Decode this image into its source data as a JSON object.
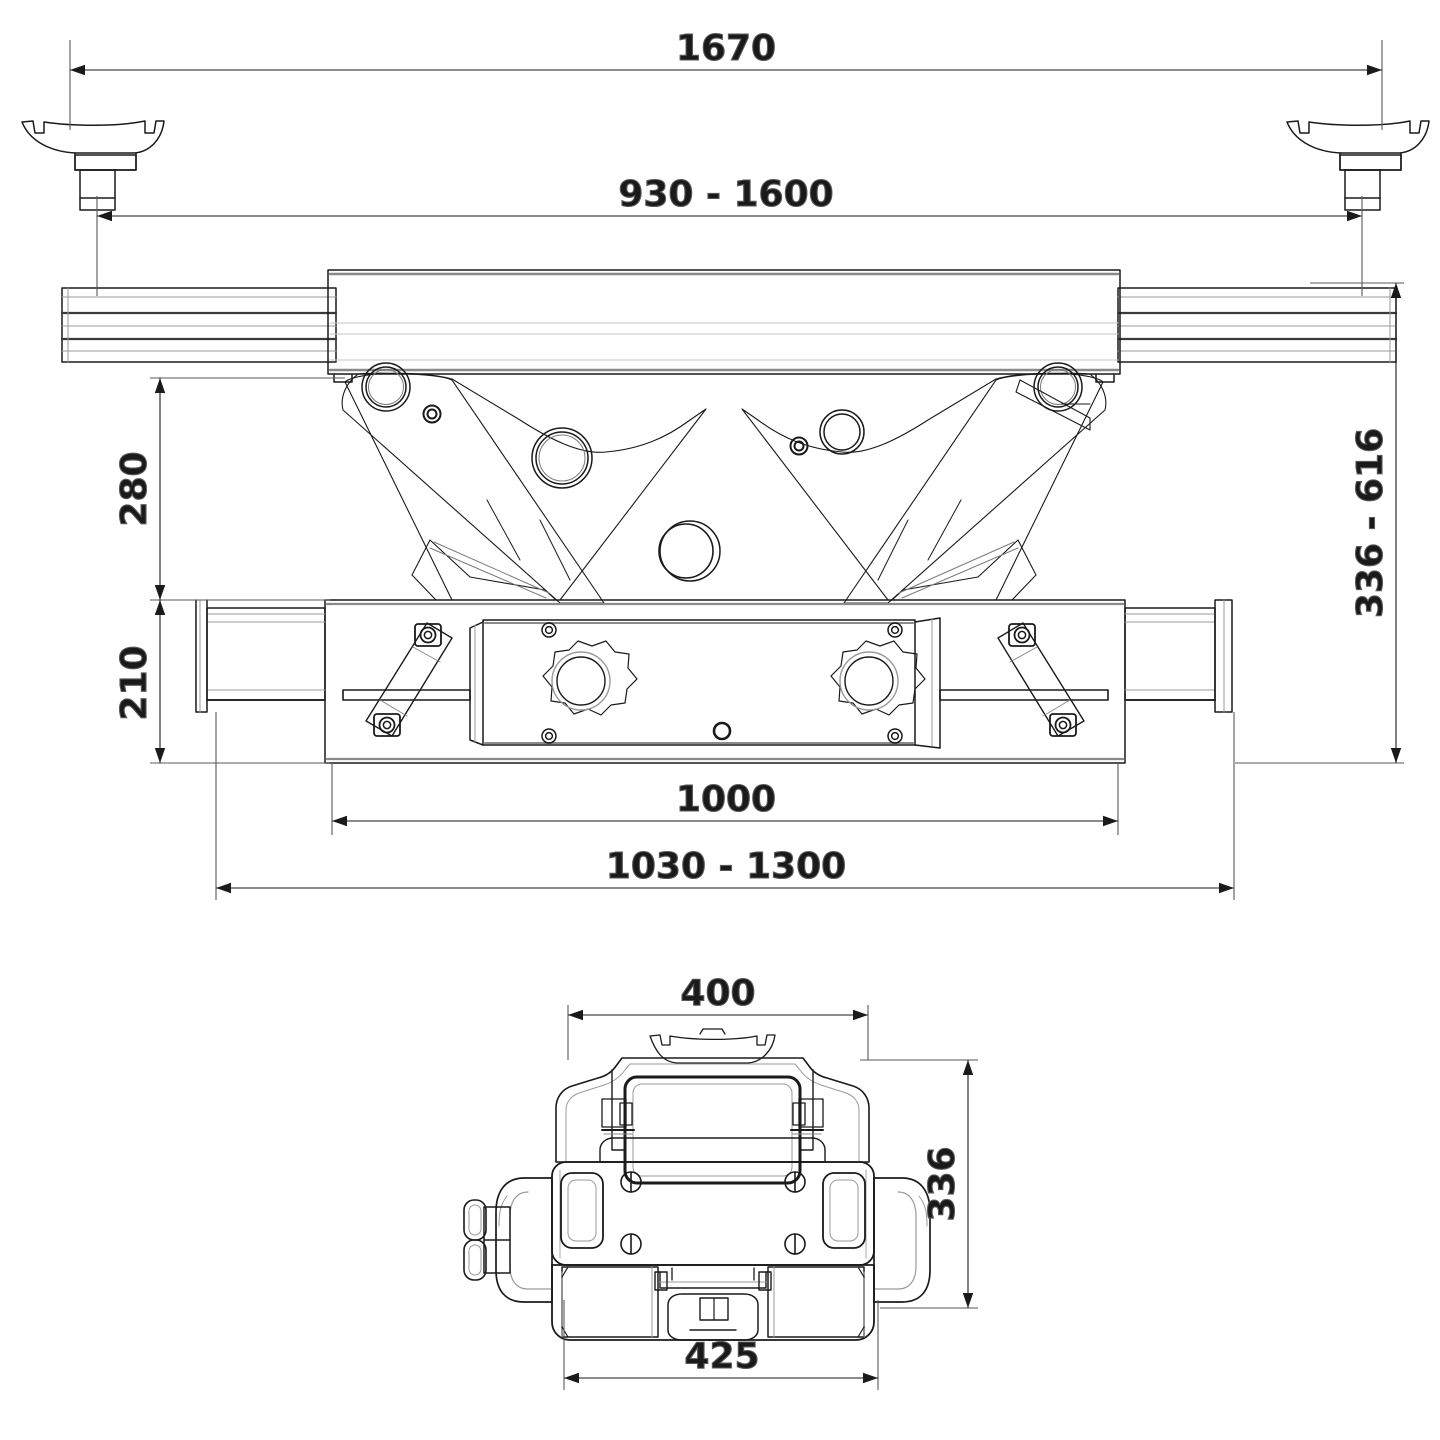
{
  "drawing": {
    "type": "technical-dimensioned-drawing",
    "subject": "scissor jack / wheel-free jacking beam",
    "units": "mm",
    "line_color": "#1a1a1a",
    "dim_line_color": "#5a5a5a",
    "background": "#ffffff",
    "views": [
      {
        "id": "front-elevation",
        "label": ""
      },
      {
        "id": "side-elevation",
        "label": ""
      }
    ]
  },
  "dimensions": {
    "overall_width": "1670",
    "pad_span_range": "930 - 1600",
    "upper_gap": "280",
    "base_height": "210",
    "height_range": "336 - 616",
    "base_body_width": "1000",
    "base_width_range": "1030 - 1300",
    "side_width": "400",
    "side_height": "336",
    "side_base_width": "425"
  }
}
